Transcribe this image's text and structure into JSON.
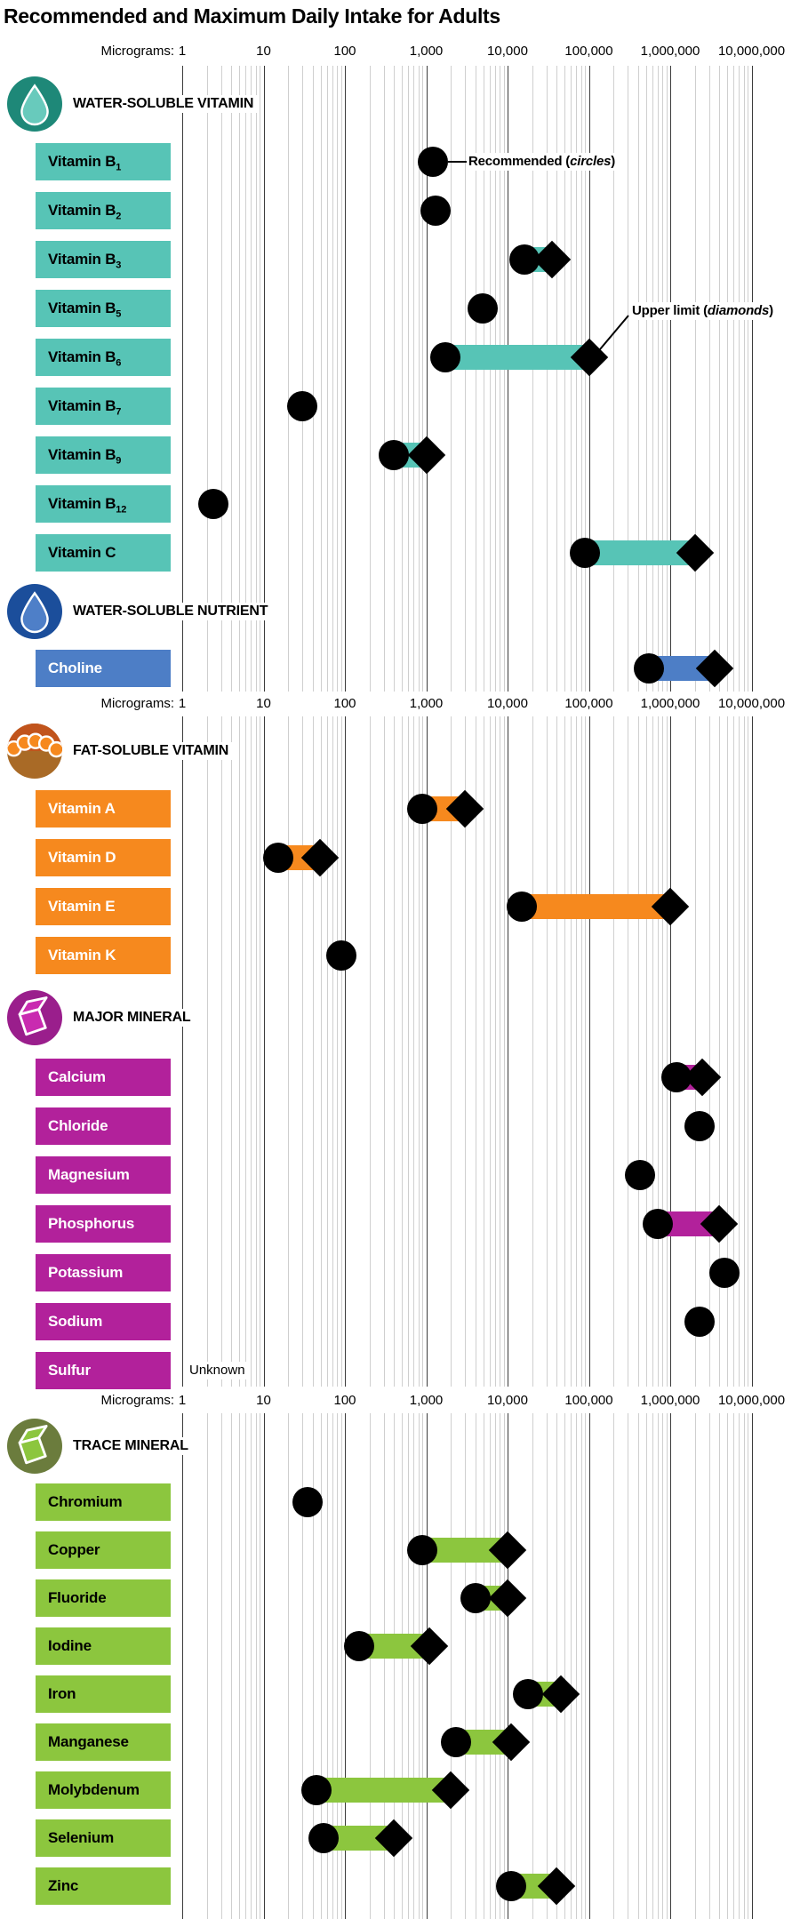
{
  "ui": {
    "title": "Recommended and Maximum Daily Intake for Adults",
    "axis_prefix": "Micrograms:",
    "legend": {
      "recommended_pre": "Recommended (",
      "recommended_italic": "circles",
      "recommended_post": ")",
      "upper_pre": "Upper limit (",
      "upper_italic": "diamonds",
      "upper_post": ")"
    },
    "unknown_note": "Unknown"
  },
  "chart_data": {
    "type": "scatter",
    "title": "Recommended and Maximum Daily Intake for Adults",
    "xlabel": "Micrograms",
    "x_scale": "log10",
    "xlim": [
      1,
      10000000
    ],
    "x_tick_values": [
      1,
      10,
      100,
      1000,
      10000,
      100000,
      1000000,
      10000000
    ],
    "x_tick_labels": [
      "1",
      "10",
      "100",
      "1,000",
      "10,000",
      "100,000",
      "1,000,000",
      "10,000,000"
    ],
    "legend_position": "inline-annotations",
    "grid": true,
    "marker_key": {
      "recommended": "circle",
      "upper_limit": "diamond"
    },
    "groups": [
      {
        "name": "WATER-SOLUBLE VITAMIN",
        "icon": "droplet-icon",
        "band_color": "#57C4B6",
        "label_bg": "#57C4B6",
        "label_text_color": "#000000",
        "icon_bg": "#1E8878",
        "icon_fg": "#68CABC",
        "rows": [
          {
            "label": "Vitamin B1",
            "recommended_ug": 1200,
            "upper_limit_ug": null
          },
          {
            "label": "Vitamin B2",
            "recommended_ug": 1300,
            "upper_limit_ug": null
          },
          {
            "label": "Vitamin B3",
            "recommended_ug": 16000,
            "upper_limit_ug": 35000
          },
          {
            "label": "Vitamin B5",
            "recommended_ug": 5000,
            "upper_limit_ug": null
          },
          {
            "label": "Vitamin B6",
            "recommended_ug": 1700,
            "upper_limit_ug": 100000
          },
          {
            "label": "Vitamin B7",
            "recommended_ug": 30,
            "upper_limit_ug": null
          },
          {
            "label": "Vitamin B9",
            "recommended_ug": 400,
            "upper_limit_ug": 1000
          },
          {
            "label": "Vitamin B12",
            "recommended_ug": 2.4,
            "upper_limit_ug": null
          },
          {
            "label": "Vitamin C",
            "recommended_ug": 90000,
            "upper_limit_ug": 2000000
          }
        ]
      },
      {
        "name": "WATER-SOLUBLE NUTRIENT",
        "icon": "droplet-icon",
        "band_color": "#4D7EC6",
        "label_bg": "#4D7EC6",
        "label_text_color": "#FFFFFF",
        "icon_bg": "#1B4E9B",
        "icon_fg": "#4E7FC8",
        "rows": [
          {
            "label": "Choline",
            "recommended_ug": 550000,
            "upper_limit_ug": 3500000
          }
        ]
      },
      {
        "name": "FAT-SOLUBLE VITAMIN",
        "icon": "fat-molecule-icon",
        "band_color": "#F6891E",
        "label_bg": "#F6891E",
        "label_text_color": "#FFFFFF",
        "icon_bg": "#B85C1E",
        "icon_fg": "#F6891F",
        "rows": [
          {
            "label": "Vitamin A",
            "recommended_ug": 900,
            "upper_limit_ug": 3000
          },
          {
            "label": "Vitamin D",
            "recommended_ug": 15,
            "upper_limit_ug": 50
          },
          {
            "label": "Vitamin E",
            "recommended_ug": 15000,
            "upper_limit_ug": 1000000
          },
          {
            "label": "Vitamin K",
            "recommended_ug": 90,
            "upper_limit_ug": null
          }
        ]
      },
      {
        "name": "MAJOR MINERAL",
        "icon": "prism-icon",
        "band_color": "#B2219B",
        "label_bg": "#B2219B",
        "label_text_color": "#FFFFFF",
        "icon_bg": "#9A1E8C",
        "icon_fg": "#C92BB0",
        "rows": [
          {
            "label": "Calcium",
            "recommended_ug": 1200000,
            "upper_limit_ug": 2500000
          },
          {
            "label": "Chloride",
            "recommended_ug": 2300000,
            "upper_limit_ug": null
          },
          {
            "label": "Magnesium",
            "recommended_ug": 420000,
            "upper_limit_ug": null
          },
          {
            "label": "Phosphorus",
            "recommended_ug": 700000,
            "upper_limit_ug": 4000000
          },
          {
            "label": "Potassium",
            "recommended_ug": 4700000,
            "upper_limit_ug": null
          },
          {
            "label": "Sodium",
            "recommended_ug": 2300000,
            "upper_limit_ug": null
          },
          {
            "label": "Sulfur",
            "recommended_ug": null,
            "upper_limit_ug": null,
            "note": "Unknown"
          }
        ]
      },
      {
        "name": "TRACE MINERAL",
        "icon": "cube-icon",
        "band_color": "#8CC63E",
        "label_bg": "#8CC63E",
        "label_text_color": "#000000",
        "icon_bg": "#6B7C3D",
        "icon_fg": "#8CC63E",
        "rows": [
          {
            "label": "Chromium",
            "recommended_ug": 35,
            "upper_limit_ug": null
          },
          {
            "label": "Copper",
            "recommended_ug": 900,
            "upper_limit_ug": 10000
          },
          {
            "label": "Fluoride",
            "recommended_ug": 4000,
            "upper_limit_ug": 10000
          },
          {
            "label": "Iodine",
            "recommended_ug": 150,
            "upper_limit_ug": 1100
          },
          {
            "label": "Iron",
            "recommended_ug": 18000,
            "upper_limit_ug": 45000
          },
          {
            "label": "Manganese",
            "recommended_ug": 2300,
            "upper_limit_ug": 11000
          },
          {
            "label": "Molybdenum",
            "recommended_ug": 45,
            "upper_limit_ug": 2000
          },
          {
            "label": "Selenium",
            "recommended_ug": 55,
            "upper_limit_ug": 400
          },
          {
            "label": "Zinc",
            "recommended_ug": 11000,
            "upper_limit_ug": 40000
          }
        ]
      }
    ]
  }
}
